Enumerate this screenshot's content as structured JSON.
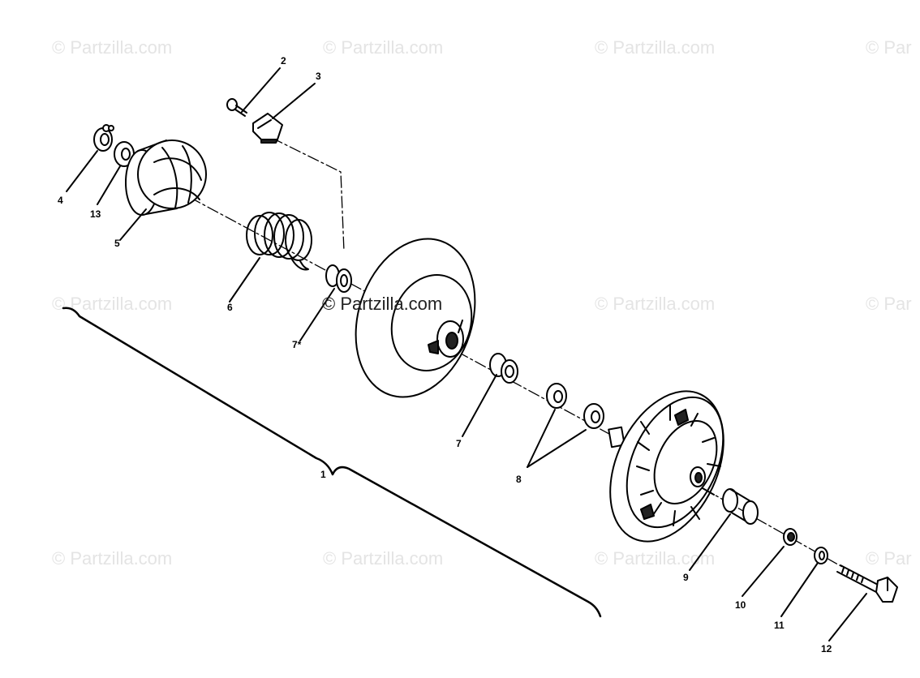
{
  "watermark": {
    "text": "© Partzilla.com",
    "text_clipped": "© Par",
    "center_text": "© Partzilla.com"
  },
  "callouts": {
    "c1": "1",
    "c2": "2",
    "c3": "3",
    "c4": "4",
    "c5": "5",
    "c6": "6",
    "c7_star": "7*",
    "c7": "7",
    "c8": "8",
    "c9": "9",
    "c10": "10",
    "c11": "11",
    "c12": "12",
    "c13": "13"
  }
}
